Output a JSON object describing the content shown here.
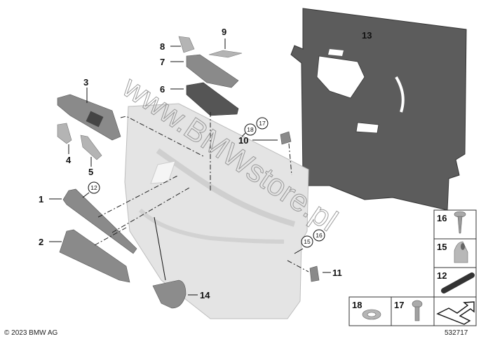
{
  "diagram": {
    "part_labels": {
      "p1": "1",
      "p2": "2",
      "p3": "3",
      "p4": "4",
      "p5": "5",
      "p6": "6",
      "p7": "7",
      "p8": "8",
      "p9": "9",
      "p10": "10",
      "p11": "11",
      "p13": "13",
      "p14": "14"
    },
    "circled_labels": {
      "c12": "12",
      "c15": "15",
      "c16": "16",
      "c17": "17",
      "c18": "18"
    },
    "legend": {
      "r16": "16",
      "r15": "15",
      "r12": "12",
      "r18": "18",
      "r17": "17"
    },
    "watermark": "www.BMWstore.pl",
    "copyright": "© 2023 BMW AG",
    "diagram_number": "532717"
  }
}
